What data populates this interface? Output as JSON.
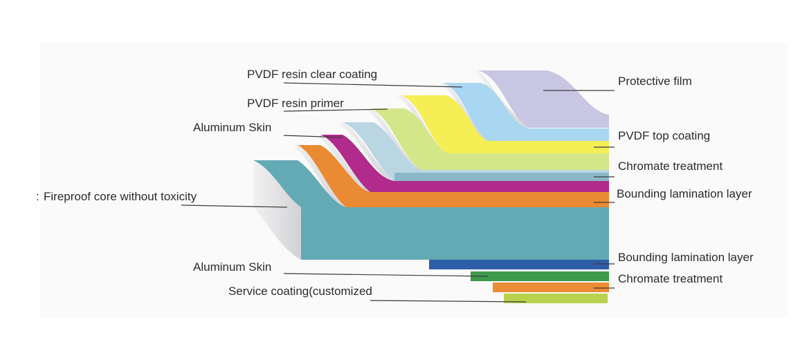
{
  "labels_left": {
    "pvdf_resin_clear": "PVDF resin clear coating",
    "pvdf_resin_primer": "PVDF resin primer",
    "aluminum_skin_top": "Aluminum Skin",
    "fireproof_core": "Fireproof core without toxicity",
    "aluminum_skin_bottom": "Aluminum Skin",
    "service_coating": "Service coating(customized"
  },
  "labels_right": {
    "protective_film": "Protective film",
    "pvdf_top_coating": "PVDF top coating",
    "chromate_top": "Chromate treatment",
    "bounding_top": "Bounding lamination layer",
    "bounding_bottom": "Bounding lamination layer",
    "chromate_bottom": "Chromate treatment"
  },
  "layer_colors": {
    "protective_film": "#c9c6e4",
    "pvdf_clear": "#a9d6f0",
    "pvdf_top": "#f5ee55",
    "primer": "#d4e68a",
    "aluminum_skin": "#b9d6e2",
    "chromate": "#8ab8c8",
    "magenta": "#b02b8c",
    "bounding": "#ea8a33",
    "core": "#64aab5",
    "bottom_blue": "#2f5ea9",
    "bottom_green": "#3d9a4a",
    "bottom_orange": "#ec8c35",
    "bottom_lime": "#b9d24e",
    "side_shade": "#e4e4e6",
    "leader_line": "#3a3a3a"
  }
}
